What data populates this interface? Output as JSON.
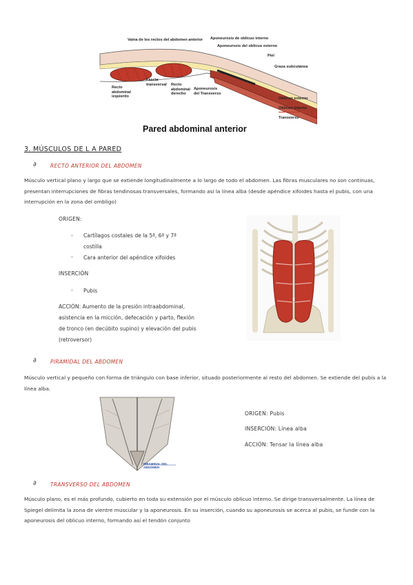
{
  "figure_top": {
    "labels": {
      "vaina": "Vaina de los rectos del abdomen anterior",
      "apo_int": "Aponeurosis de oblicuo interno",
      "apo_ext": "Aponeurosis del oblicuo externo",
      "piel": "Piel",
      "grasa": "Grasa subcutánea",
      "fascia": "Fascia\ntransversal",
      "recto_izq": "Recto\nabdominal\nizquierdo",
      "recto_der": "Recto\nabdominal\nderecho",
      "apo_trans": "Aponeurosis\ndel Transverso",
      "obl_ext": "Oblicuo externo",
      "obl_int": "Oblicuo interno",
      "transverso": "Transverso"
    },
    "title": "Pared abdominal anterior"
  },
  "section": {
    "title": "3. MÚSCULOS DE L A PARED"
  },
  "recto": {
    "heading": "RECTO ANTERIOR DEL ABDOMEN",
    "description_lines": [
      "Músculo vertical plano y largo que se extiende longitudinalmente a lo largo de todo el abdomen. Las fibras musculares no son continuas,",
      "presentan interrupciones de fibras tendinosas transversales, formando así la línea alba (desde apéndice xifoides hasta el pubis, con una",
      "interrupción en la zona del ombligo)"
    ],
    "origen_label": "ORIGEN:",
    "origen_items": [
      "Cartílagos costales de la 5ª, 6ª y 7ª",
      "costilla",
      "Cara anterior del apéndice xifoides"
    ],
    "insercion_label": "INSERCIÓN",
    "insercion_items": [
      "Pubis"
    ],
    "accion_lines": [
      "ACCIÓN:  Aumento  de  la  presión  intraabdominal,",
      "asistencia en la micción, defecación y parto, flexión",
      "de tronco (en decúbito supino) y elevación del pubis",
      "(retroversor)"
    ]
  },
  "piramidal": {
    "heading": "PIRAMIDAL DEL ABDOMEN",
    "description_lines": [
      "Músculo vertical y pequeño con forma de triángulo con base inferior, situado posteriormente al resto del abdomen. Se extiende del pubis a la",
      "línea alba."
    ],
    "origen": "ORIGEN: Pubis",
    "insercion": "INSERCIÓN: Línea alba",
    "accion": "ACCIÓN: Tensar la línea alba",
    "figure_label": "PIRAMIDAL DEL\nABDOMEN"
  },
  "transverso": {
    "heading": "TRANSVERSO DEL ABDOMEN",
    "description_lines": [
      "Músculo plano, es el más profundo, cubierto en toda su extensión por el músculo oblicuo interno. Se dirige transversalmente. La línea de",
      "Spiegel delimita la zona de vientre muscular y la aponeurosis. En su inserción, cuando su aponeurosis se acerca al pubis, se funde con la",
      "aponeurosis del oblicuo interno, formando así el tendón conjunto"
    ]
  },
  "bullet_symbol": "∂",
  "colors": {
    "heading_red": "#c0392b",
    "muscle_red": "#c0392b",
    "text": "#333333"
  }
}
